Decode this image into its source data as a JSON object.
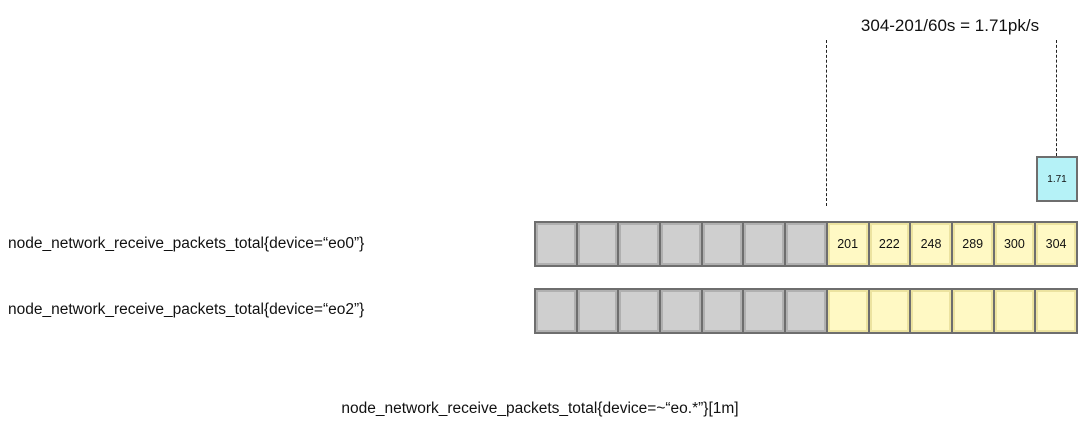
{
  "formula": "304-201/60s = 1.71pk/s",
  "rate_result": "1.71",
  "series": [
    {
      "label": "node_network_receive_packets_total{device=“eo0”}",
      "old_cells": 7,
      "window_values": [
        "201",
        "222",
        "248",
        "289",
        "300",
        "304"
      ]
    },
    {
      "label": "node_network_receive_packets_total{device=“eo2”}",
      "old_cells": 7,
      "window_values": [
        "",
        "",
        "",
        "",
        "",
        ""
      ]
    }
  ],
  "caption": "node_network_receive_packets_total{device=~“eo.*”}[1m]"
}
